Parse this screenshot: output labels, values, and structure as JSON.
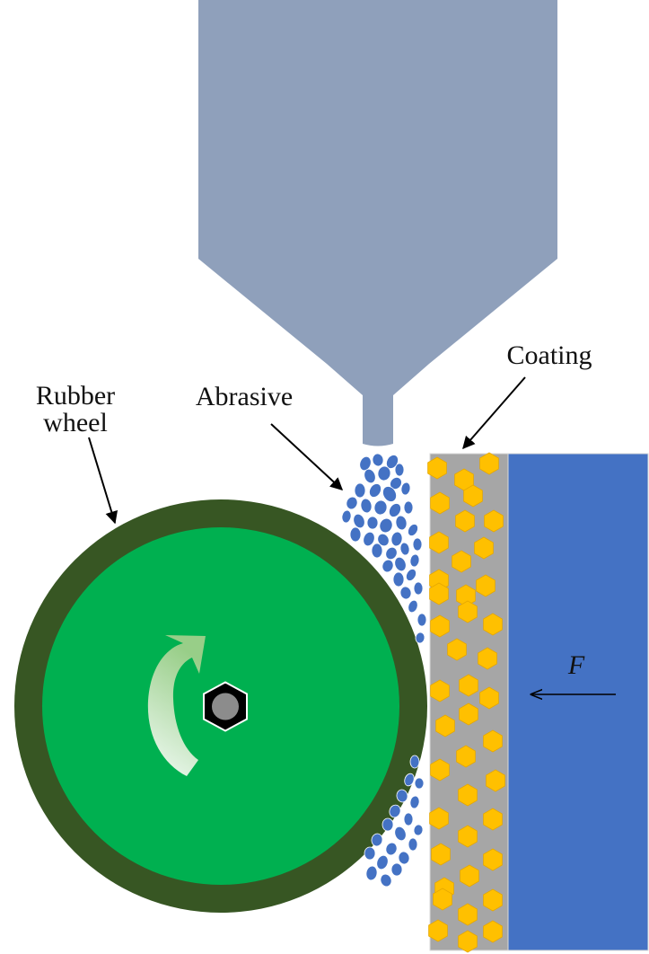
{
  "labels": {
    "rubber_wheel_line1": "Rubber",
    "rubber_wheel_line2": "wheel",
    "abrasive": "Abrasive",
    "coating": "Coating",
    "force": "F"
  },
  "colors": {
    "hopper": "#8fa0bb",
    "wheel_rim": "#375623",
    "wheel_face": "#00b050",
    "hub": "#000000",
    "hub_inner": "#8c8c8c",
    "abrasive_particle": "#4472c4",
    "coating_matrix": "#a6a6a6",
    "coating_hexagon": "#ffc000",
    "substrate": "#4472c4",
    "rotation_arrow": "#e2efda"
  },
  "icons": {
    "hub": "hexagon-nut-icon",
    "rotation": "curved-arrow-icon"
  }
}
